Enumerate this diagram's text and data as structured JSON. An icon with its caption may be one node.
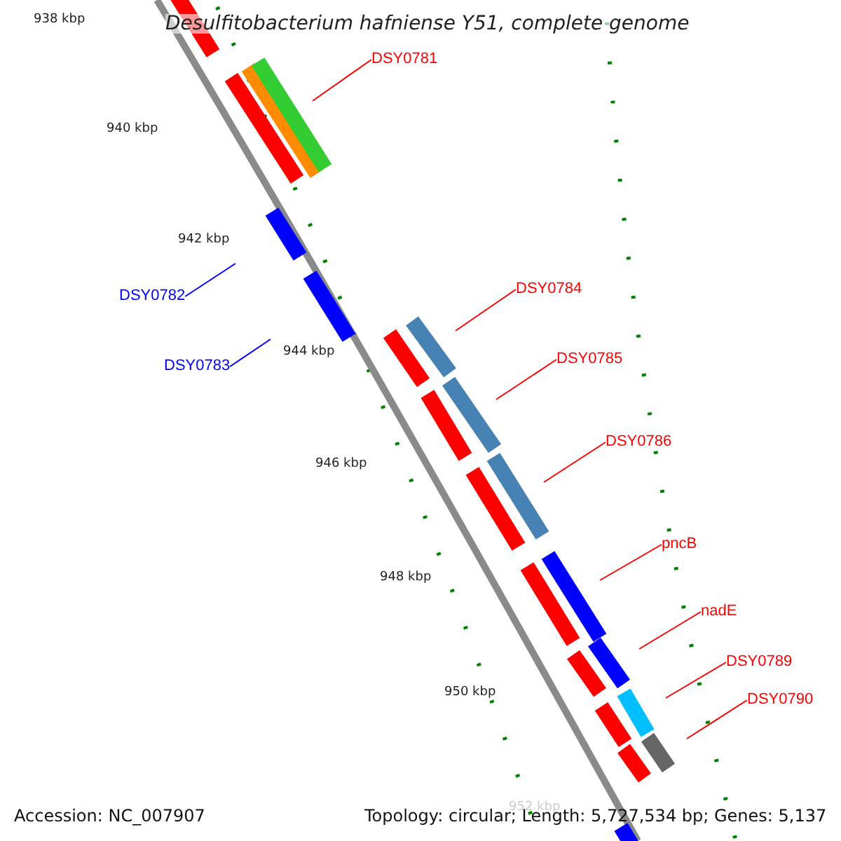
{
  "diagram": {
    "title": "Desulfitobacterium hafniense Y51, complete genome",
    "nodes": [
      {
        "text": [
          "DSY0781"
        ]
      },
      {
        "text": [
          "DSY0782"
        ]
      },
      {
        "text": [
          "DSY0783"
        ]
      },
      {
        "text": [
          "DSY0784"
        ]
      },
      {
        "text": [
          "DSY0785"
        ]
      },
      {
        "text": [
          "DSY0786"
        ]
      },
      {
        "text": [
          "pncB"
        ]
      },
      {
        "text": [
          "nadE"
        ]
      },
      {
        "text": [
          "DSY0789"
        ]
      },
      {
        "text": [
          "DSY0790"
        ]
      }
    ],
    "edges": [
      {
        "from": 0,
        "to": null,
        "arrow": "none"
      },
      {
        "from": 1,
        "to": null,
        "arrow": "none",
        "color": "#0000ff"
      },
      {
        "from": 2,
        "to": null,
        "arrow": "none",
        "color": "#0000ff"
      },
      {
        "from": 3,
        "to": null,
        "arrow": "none"
      },
      {
        "from": 4,
        "to": null,
        "arrow": "none"
      },
      {
        "from": 5,
        "to": null,
        "arrow": "none"
      },
      {
        "from": 6,
        "to": null,
        "arrow": "none"
      },
      {
        "from": 7,
        "to": null,
        "arrow": "none"
      },
      {
        "from": 8,
        "to": null,
        "arrow": "none"
      },
      {
        "from": 9,
        "to": null,
        "arrow": "none"
      }
    ],
    "labels": [
      "938 kbp",
      "940 kbp",
      "942 kbp",
      "944 kbp",
      "946 kbp",
      "948 kbp",
      "950 kbp",
      "952 kbp",
      "Accession: NC_007907",
      "Topology: circular; Length: 5,727,534 bp; Genes: 5,137"
    ]
  }
}
